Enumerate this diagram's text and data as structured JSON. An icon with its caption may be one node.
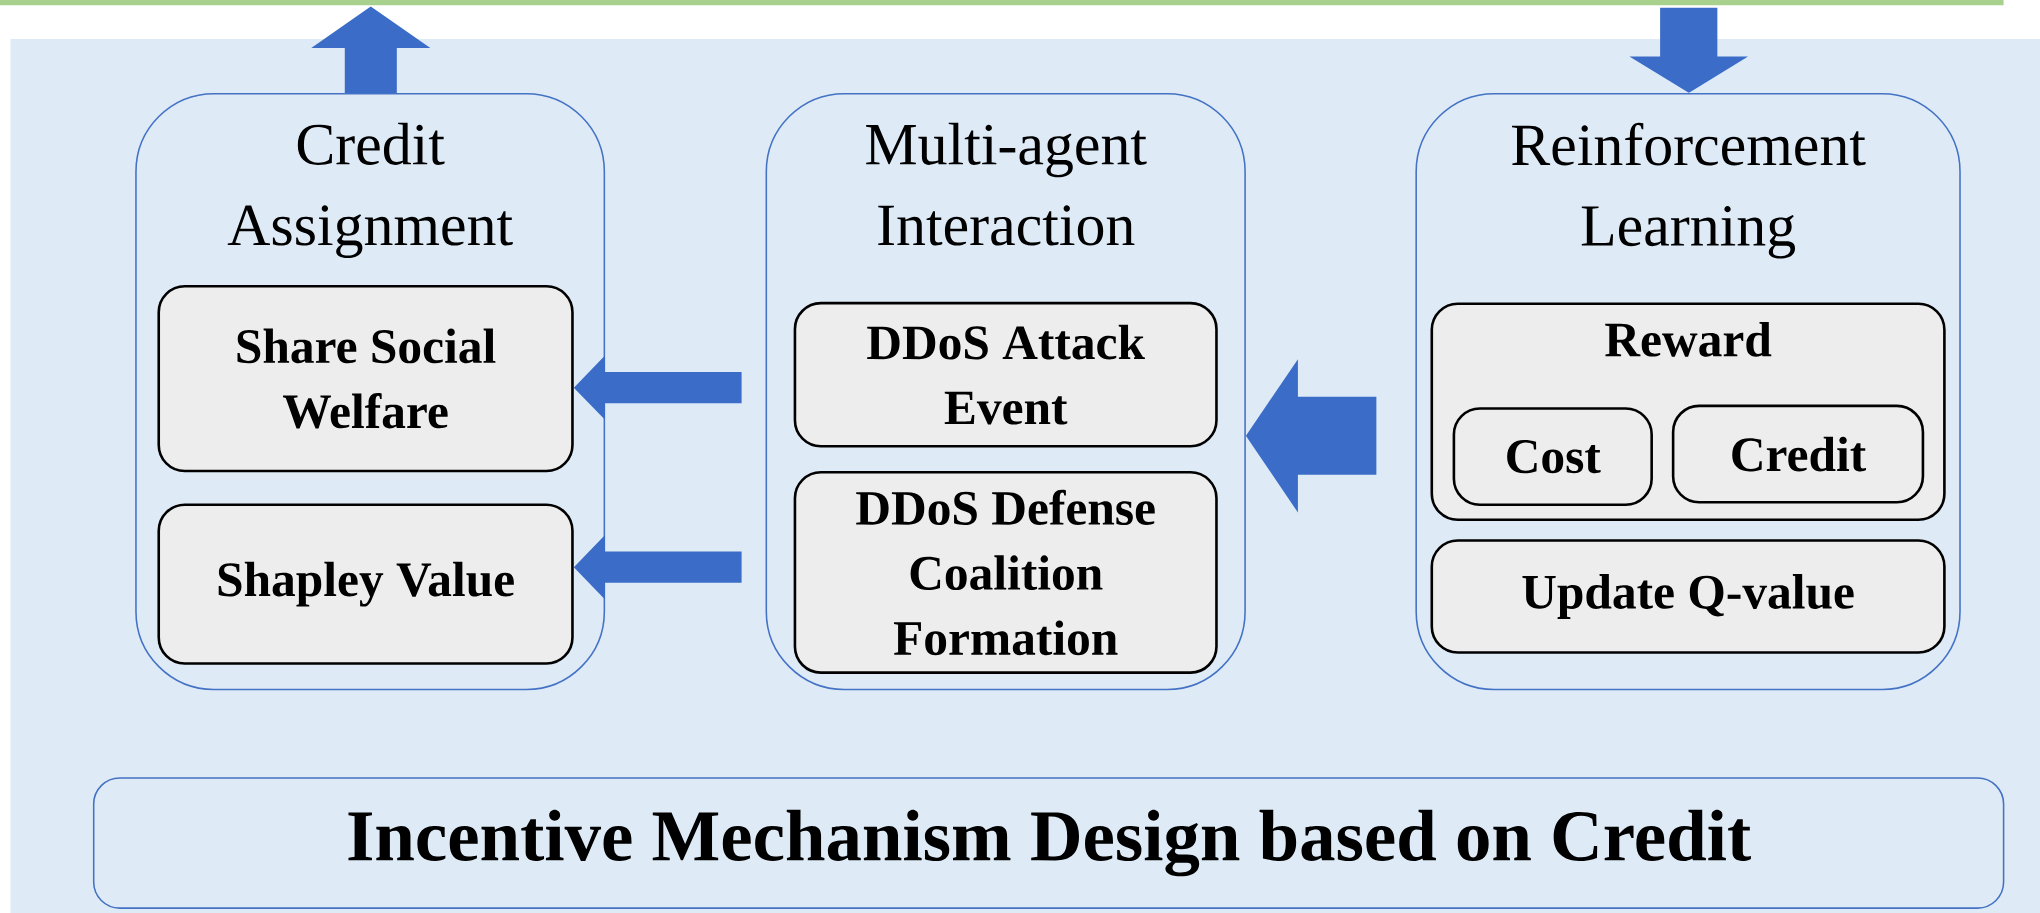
{
  "diagram": {
    "nodes": [
      {
        "text": [
          "Credit Assignment"
        ]
      },
      {
        "text": [
          "Share Social Welfare"
        ],
        "in": 0
      },
      {
        "text": [
          "Shapley Value"
        ],
        "in": 0
      },
      {
        "text": [
          "Multi-agent Interaction"
        ]
      },
      {
        "text": [
          "DDoS Attack Event"
        ],
        "in": 3
      },
      {
        "text": [
          "DDoS Defense Coalition Formation"
        ],
        "in": 3
      },
      {
        "text": [
          "Reinforcement Learning"
        ]
      },
      {
        "text": [
          "Reward"
        ],
        "in": 6
      },
      {
        "text": [
          "Cost"
        ],
        "in": 7
      },
      {
        "text": [
          "Credit"
        ],
        "in": 7
      },
      {
        "text": [
          "Update Q-value"
        ],
        "in": 6
      },
      {
        "text": [
          "Incentive Mechanism Design based on Credit"
        ]
      }
    ],
    "edges": [
      {
        "from": 0,
        "to": null,
        "arrow": "to"
      },
      {
        "from": null,
        "to": 6,
        "arrow": "to"
      },
      {
        "from": 6,
        "to": 3,
        "arrow": "to"
      },
      {
        "from": 4,
        "to": 1,
        "arrow": "to"
      },
      {
        "from": 5,
        "to": 2,
        "arrow": "to"
      }
    ]
  }
}
